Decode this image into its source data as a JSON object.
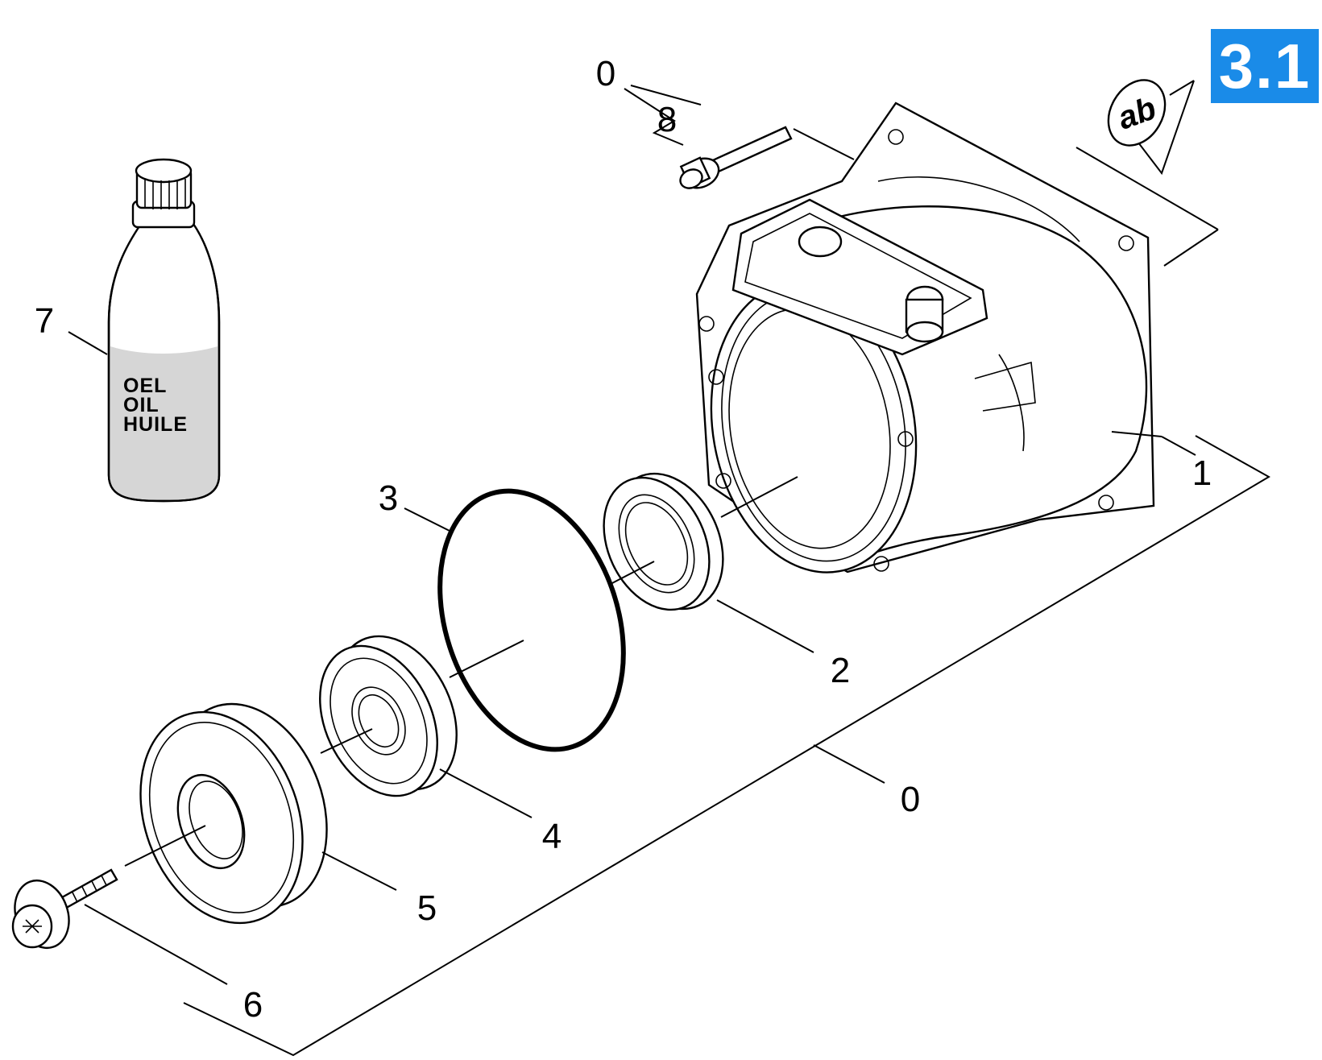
{
  "section_badge": "3.1",
  "callout_ab": "ab",
  "bottle_label": [
    "OEL",
    "OIL",
    "HUILE"
  ],
  "parts": [
    {
      "id": "housing",
      "number": "1"
    },
    {
      "id": "shaft-seal",
      "number": "2"
    },
    {
      "id": "o-ring",
      "number": "3"
    },
    {
      "id": "ball-bearing",
      "number": "4"
    },
    {
      "id": "bearing-cover",
      "number": "5"
    },
    {
      "id": "screw-with-washer",
      "number": "6"
    },
    {
      "id": "oil-bottle",
      "number": "7"
    },
    {
      "id": "cap-screw",
      "number": "8"
    }
  ],
  "group_labels": {
    "main_assembly": "0",
    "screw_group": "0"
  }
}
